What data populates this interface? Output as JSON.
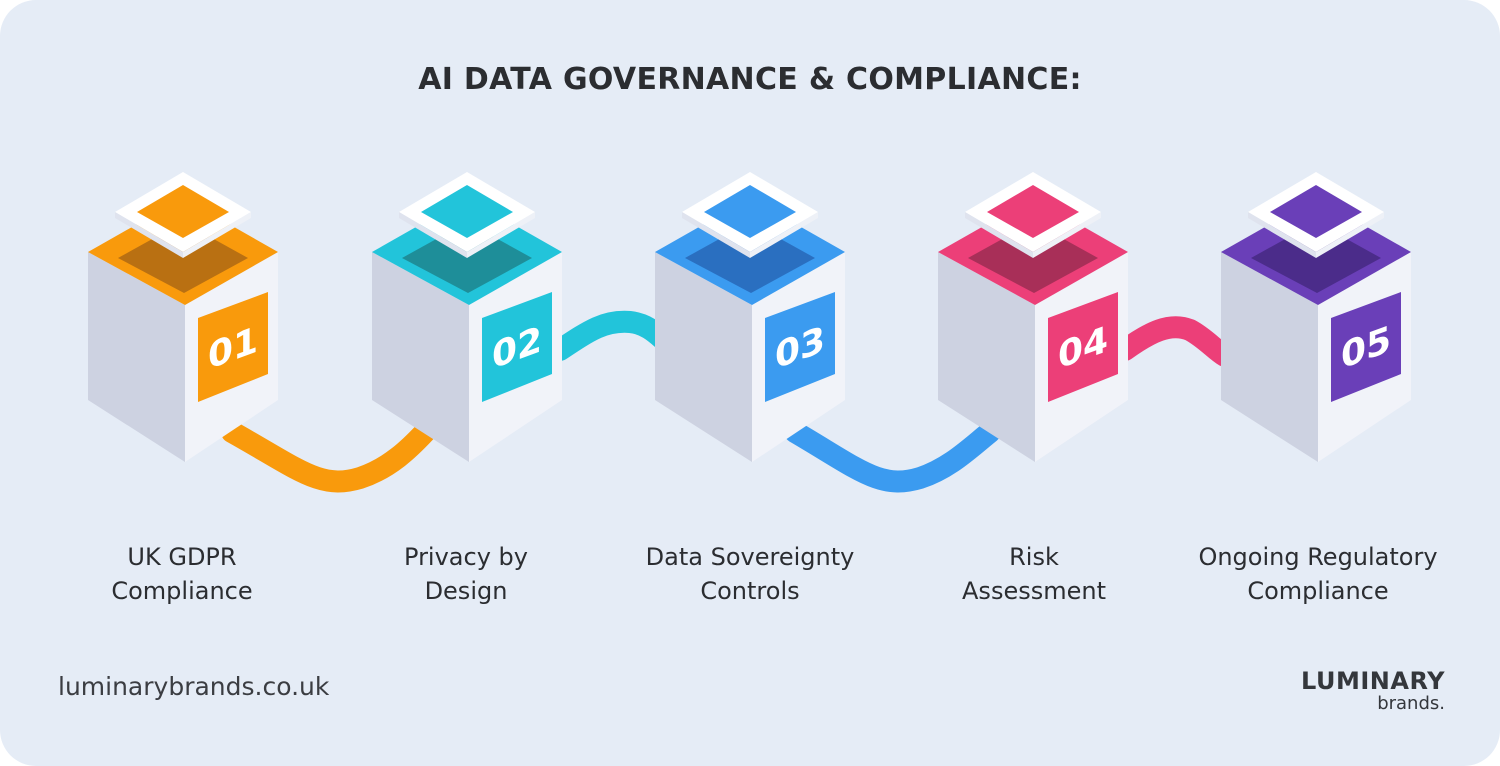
{
  "title": "AI DATA GOVERNANCE & COMPLIANCE:",
  "steps": [
    {
      "number": "01",
      "label_line1": "UK GDPR",
      "label_line2": "Compliance",
      "color": "#f99a0c",
      "dark": "#b97012"
    },
    {
      "number": "02",
      "label_line1": "Privacy by",
      "label_line2": "Design",
      "color": "#22c4da",
      "dark": "#1e8e99"
    },
    {
      "number": "03",
      "label_line1": "Data Sovereignty",
      "label_line2": "Controls",
      "color": "#3b9bf0",
      "dark": "#2a6fc0"
    },
    {
      "number": "04",
      "label_line1": "Risk",
      "label_line2": "Assessment",
      "color": "#ec3f78",
      "dark": "#a82f58"
    },
    {
      "number": "05",
      "label_line1": "Ongoing Regulatory",
      "label_line2": "Compliance",
      "color": "#6a3fb8",
      "dark": "#4b2c8a"
    }
  ],
  "footer": {
    "website": "luminarybrands.co.uk",
    "logo_line1": "LUMINARY",
    "logo_line2": "brands."
  }
}
